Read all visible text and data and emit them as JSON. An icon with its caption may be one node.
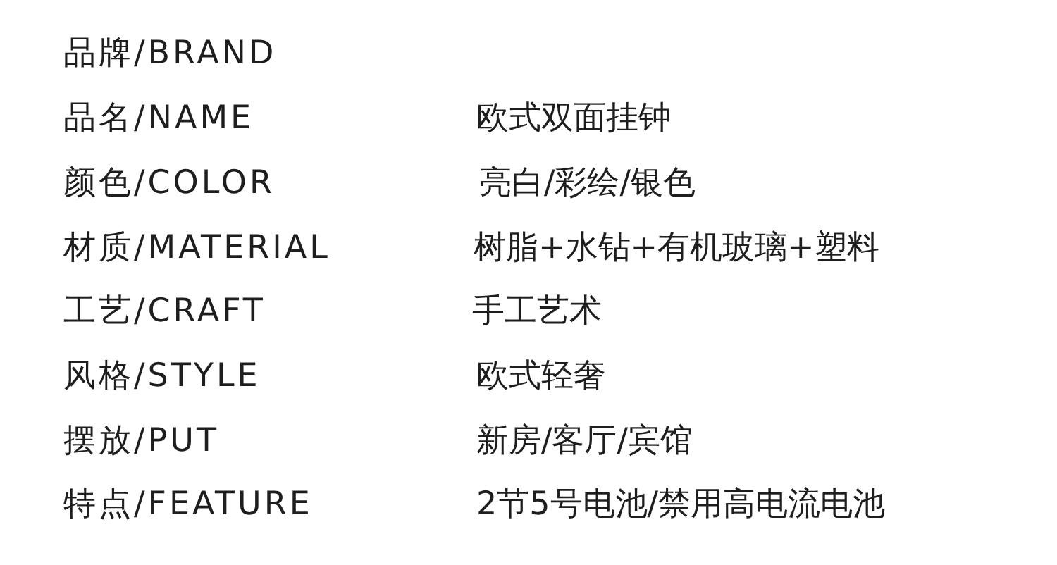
{
  "diagram": {
    "labels": [
      "品牌/BRAND",
      "品名/NAME",
      "欧式双面挂钟",
      "颜色/COLOR",
      "亮白/彩绘/银色",
      "材质/MATERIAL",
      "树脂+水钻+有机玻璃+塑料",
      "工艺/CRAFT",
      "手工艺术",
      "风格/STYLE",
      "欧式轻奢",
      "摆放/PUT",
      "新房/客厅/宾馆",
      "特点/FEATURE",
      "2节5号电池/禁用高电流电池"
    ]
  }
}
